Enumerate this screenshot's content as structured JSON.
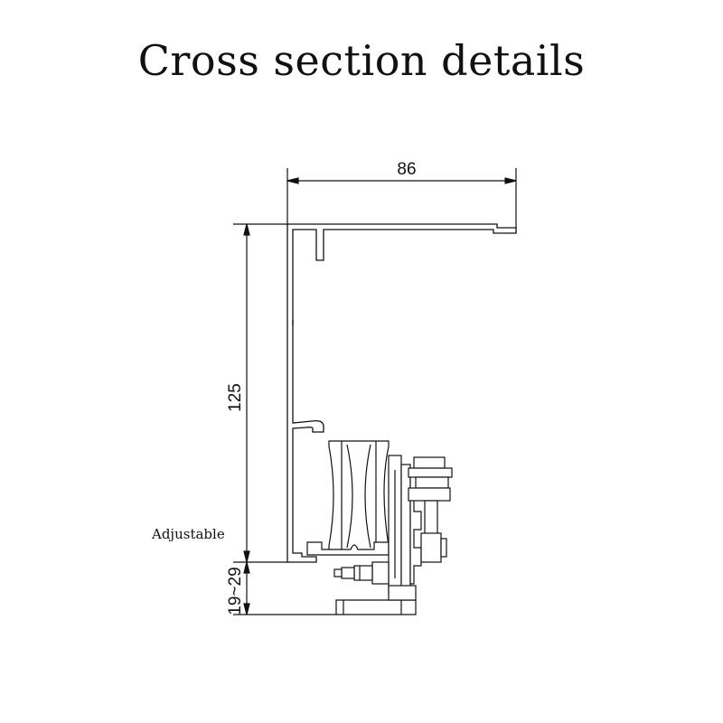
{
  "title": "Cross section details",
  "dimensions": {
    "width": "86",
    "height": "125",
    "adjustable_range": "19~29"
  },
  "labels": {
    "adjustable": "Adjustable"
  },
  "colors": {
    "line": "#111111",
    "background": "#ffffff"
  }
}
